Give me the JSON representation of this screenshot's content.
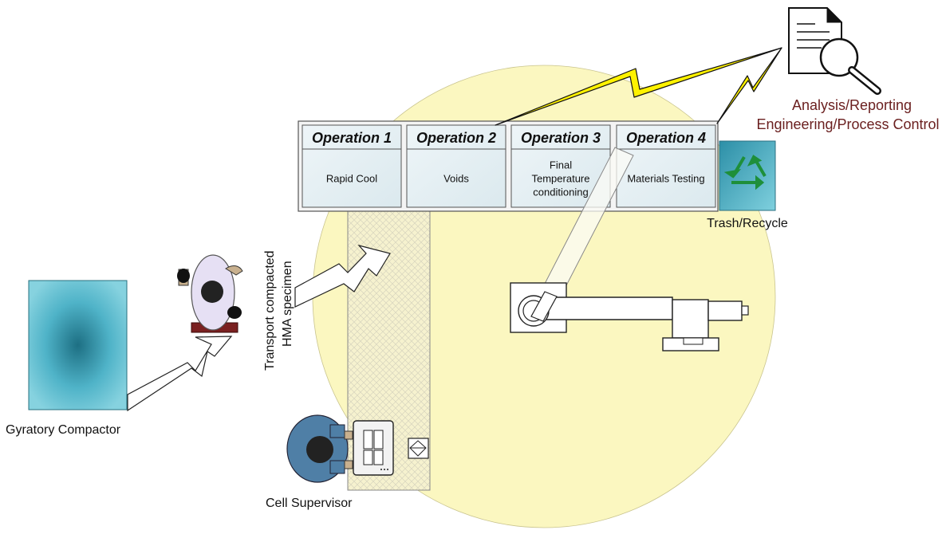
{
  "operations": [
    {
      "title": "Operation 1",
      "desc_lines": [
        "Rapid Cool"
      ]
    },
    {
      "title": "Operation 2",
      "desc_lines": [
        "Voids"
      ]
    },
    {
      "title": "Operation 3",
      "desc_lines": [
        "Final",
        "Temperature",
        "conditioning"
      ]
    },
    {
      "title": "Operation 4",
      "desc_lines": [
        "Materials Testing"
      ]
    }
  ],
  "labels": {
    "trash": "Trash/Recycle",
    "analysis_line1": "Analysis/Reporting",
    "analysis_line2": "Engineering/Process Control",
    "transport_line1": "Transport compacted",
    "transport_line2": "HMA specimen",
    "compactor": "Gyratory Compactor",
    "supervisor": "Cell Supervisor"
  },
  "icons": {
    "document": "document-magnifier-icon",
    "recycle": "recycle-icon",
    "robot": "robot-arm-icon",
    "operator": "operator-icon",
    "supervisor": "supervisor-icon",
    "control_panel": "control-panel-icon",
    "lightning": "lightning-icon"
  },
  "colors": {
    "work_envelope": "#fbf7c0",
    "analysis_text": "#6b2020",
    "lightning": "#fff200",
    "compactor": "#3ea0b6",
    "recycle_bg": "#5fb6c8",
    "recycle_symbol": "#1e8f3a",
    "supervisor_shirt": "#4f7fa6",
    "operator_shirt": "#e6e0f4"
  }
}
